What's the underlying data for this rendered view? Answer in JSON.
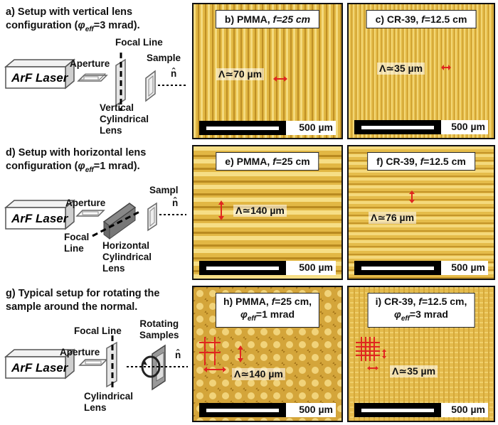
{
  "rows": [
    {
      "caption_prefix": "a) Setup with vertical lens",
      "caption_line2": "configuration (",
      "phi_symbol": "φ",
      "phi_sub": "eff",
      "caption_line2_end": "=3 mrad).",
      "labels": {
        "laser": "ArF Laser",
        "aperture": "Aperture",
        "focal_line": "Focal Line",
        "sample": "Sample",
        "normal": "n̂",
        "lens": "Vertical\nCylindrical\nLens"
      },
      "panels": [
        {
          "title_pre": "b) PMMA, ",
          "f_label": "f",
          "title_post": "=25 cm",
          "meas": "Λ≃70 µm",
          "scale": "500 µm"
        },
        {
          "title_pre": "c) CR-39, ",
          "f_label": "f",
          "title_post": "=12.5 cm",
          "meas": "Λ≃35 µm",
          "scale": "500 µm"
        }
      ]
    },
    {
      "caption_prefix": "d) Setup with horizontal lens",
      "caption_line2": "configuration (",
      "phi_symbol": "φ",
      "phi_sub": "eff",
      "caption_line2_end": "=1 mrad).",
      "labels": {
        "laser": "ArF Laser",
        "aperture": "Aperture",
        "focal_line": "Focal\nLine",
        "sample": "Sampl",
        "normal": "n̂",
        "lens": "Horizontal\nCylindrical\nLens"
      },
      "panels": [
        {
          "title_pre": "e) PMMA, ",
          "f_label": "f",
          "title_post": "=25 cm",
          "meas": "Λ≃140 µm",
          "scale": "500 µm"
        },
        {
          "title_pre": "f) CR-39, ",
          "f_label": "f",
          "title_post": "=12.5 cm",
          "meas": "Λ≃76 µm",
          "scale": "500 µm"
        }
      ]
    },
    {
      "caption_prefix": "g) Typical setup for rotating the",
      "caption_line2": "sample around the normal.",
      "phi_symbol": "",
      "phi_sub": "",
      "caption_line2_end": "",
      "labels": {
        "laser": "ArF Laser",
        "aperture": "Aperture",
        "focal_line": "Focal Line",
        "sample": "Rotating\nSamples",
        "normal": "n̂",
        "lens": "Cylindrical\nLens"
      },
      "panels": [
        {
          "title_pre": "h) PMMA, ",
          "f_label": "f",
          "title_post": "=25 cm,",
          "phi": "φ",
          "phi_sub": "eff",
          "phi_post": "=1 mrad",
          "meas": "Λ≃140 µm",
          "scale": "500 µm"
        },
        {
          "title_pre": "i) CR-39, ",
          "f_label": "f",
          "title_post": "=12.5 cm,",
          "phi": "φ",
          "phi_sub": "eff",
          "phi_post": "=3 mrad",
          "meas": "Λ≃35 µm",
          "scale": "500 µm"
        }
      ]
    }
  ],
  "colors": {
    "micrograph_base": "#e0b53c",
    "fringe_dark": "#b88a1e",
    "fringe_light": "#f3d77a",
    "marker": "#e0261f"
  }
}
